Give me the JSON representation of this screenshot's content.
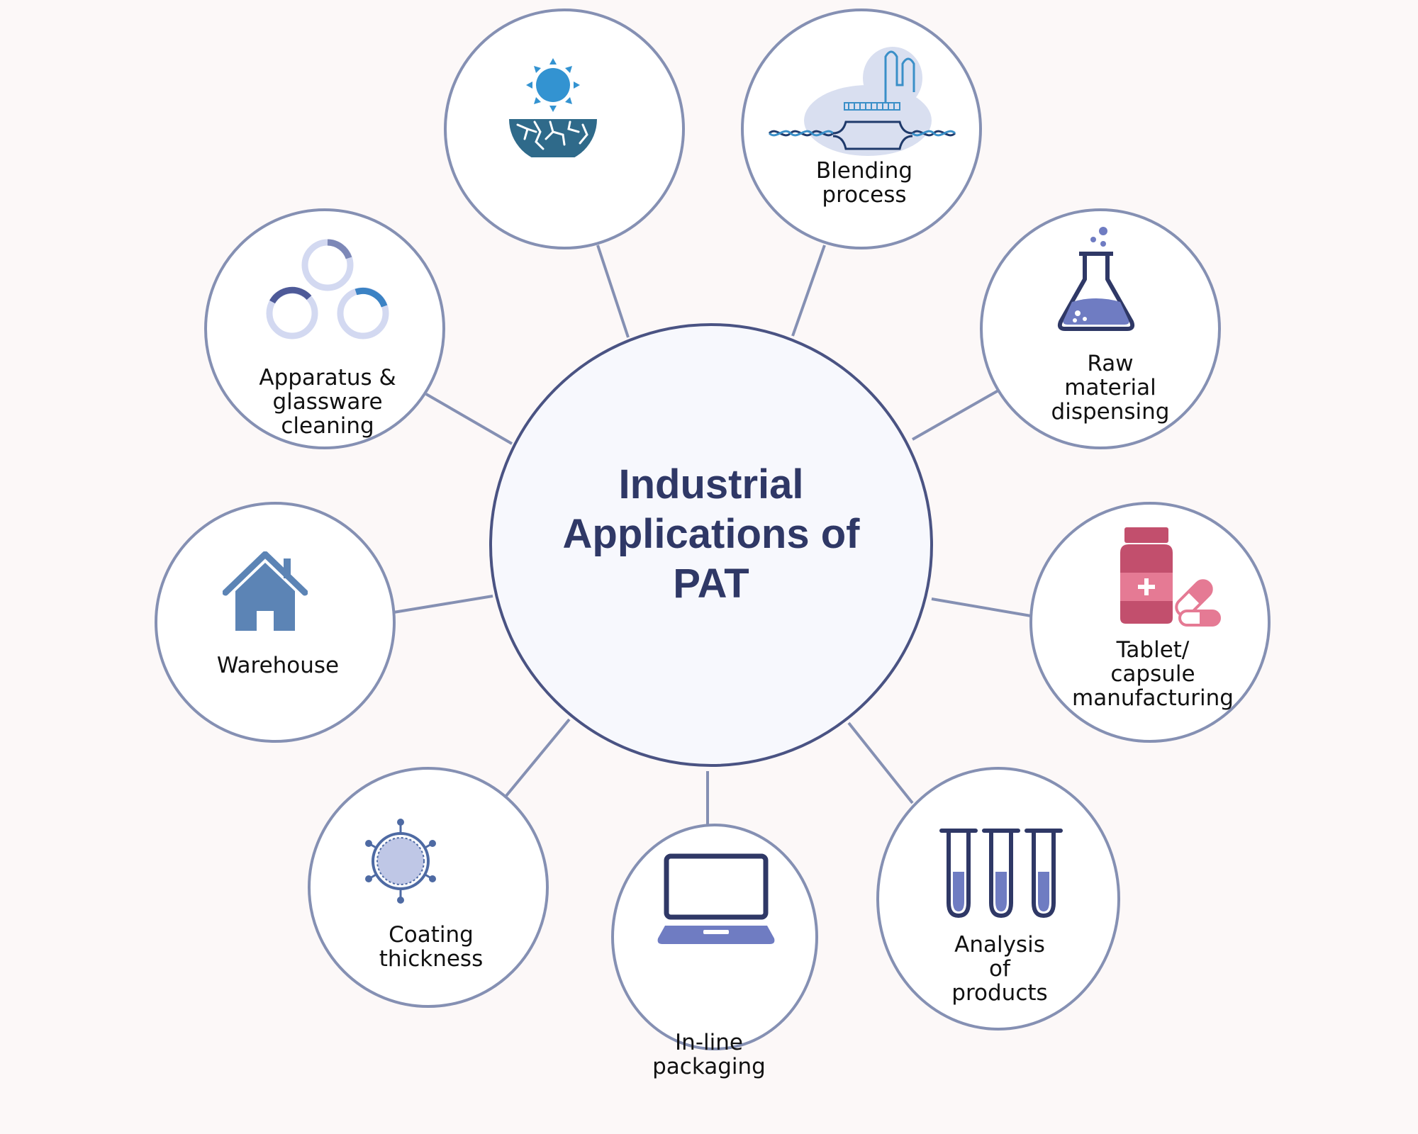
{
  "center": {
    "title": "Industrial\nApplications of PAT"
  },
  "nodes": [
    {
      "id": "drought",
      "label": "",
      "icon": "sun-over-cracked-earth-icon"
    },
    {
      "id": "blending",
      "label": "Blending\nprocess",
      "icon": "dna-amplification-icon"
    },
    {
      "id": "raw",
      "label": "Raw\nmaterial\ndispensing",
      "icon": "flask-icon"
    },
    {
      "id": "tablet",
      "label": "Tablet/\ncapsule\nmanufacturing",
      "icon": "pill-bottle-icon"
    },
    {
      "id": "analysis",
      "label": "Analysis\nof\nproducts",
      "icon": "test-tubes-icon"
    },
    {
      "id": "packaging",
      "label": "In-line\npackaging",
      "icon": "laptop-icon"
    },
    {
      "id": "coating",
      "label": "Coating\nthickness",
      "icon": "coated-particle-icon"
    },
    {
      "id": "warehouse",
      "label": "Warehouse",
      "icon": "house-icon"
    },
    {
      "id": "apparatus",
      "label": "Apparatus &\nglassware\ncleaning",
      "icon": "cleaning-rings-icon"
    }
  ],
  "colors": {
    "background": "#fcf8f8",
    "center_border": "#4a5383",
    "center_text": "#2f3866",
    "node_border": "#8590b3",
    "connector": "#8590b3"
  }
}
